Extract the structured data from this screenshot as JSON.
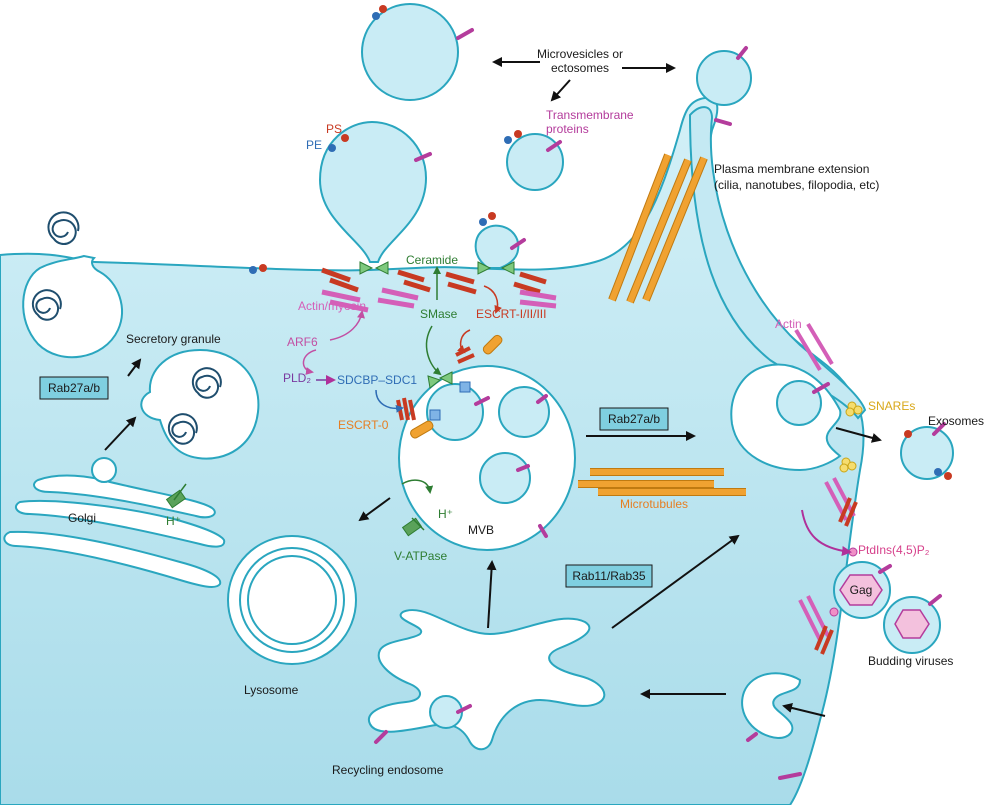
{
  "labels": {
    "microvesicles": "Microvesicles or",
    "ectosomes": "ectosomes",
    "transmembrane_1": "Transmembrane",
    "transmembrane_2": "proteins",
    "ps": "PS",
    "pe": "PE",
    "pm_extension_1": "Plasma membrane extension",
    "pm_extension_2": "(cilia, nanotubes, filopodia, etc)",
    "ceramide": "Ceramide",
    "actin_myosin": "Actin/myosin",
    "smase": "SMase",
    "escrt_123": "ESCRT-I/II/III",
    "arf6": "ARF6",
    "pld2": "PLD₂",
    "sdcbp": "SDCBP–SDC1",
    "escrt0": "ESCRT-0",
    "secretory_granule": "Secretory granule",
    "rab27_left": "Rab27a/b",
    "rab27_right": "Rab27a/b",
    "rab11": "Rab11/Rab35",
    "golgi": "Golgi",
    "h_golgi": "H⁺",
    "h_mvb": "H⁺",
    "mvb": "MVB",
    "vatpase": "V-ATPase",
    "microtubules": "Microtubules",
    "actin": "Actin",
    "snares": "SNAREs",
    "exosomes": "Exosomes",
    "ptdins": "PtdIns(4,5)P₂",
    "gag": "Gag",
    "budding_viruses": "Budding viruses",
    "lysosome": "Lysosome",
    "recycling_endosome": "Recycling endosome"
  },
  "colors": {
    "cytoplasm": "#c4e9f3",
    "membrane": "#2aa6bf",
    "microtubule": "#f0a231",
    "escrt_red": "#c83a22",
    "actin_pink": "#d45fb8",
    "ceramide_green": "#2e7d32",
    "sdcbp_blue": "#2f6db5",
    "transmembrane_purple": "#b43c9c",
    "snare_yellow": "#e8c23a"
  }
}
